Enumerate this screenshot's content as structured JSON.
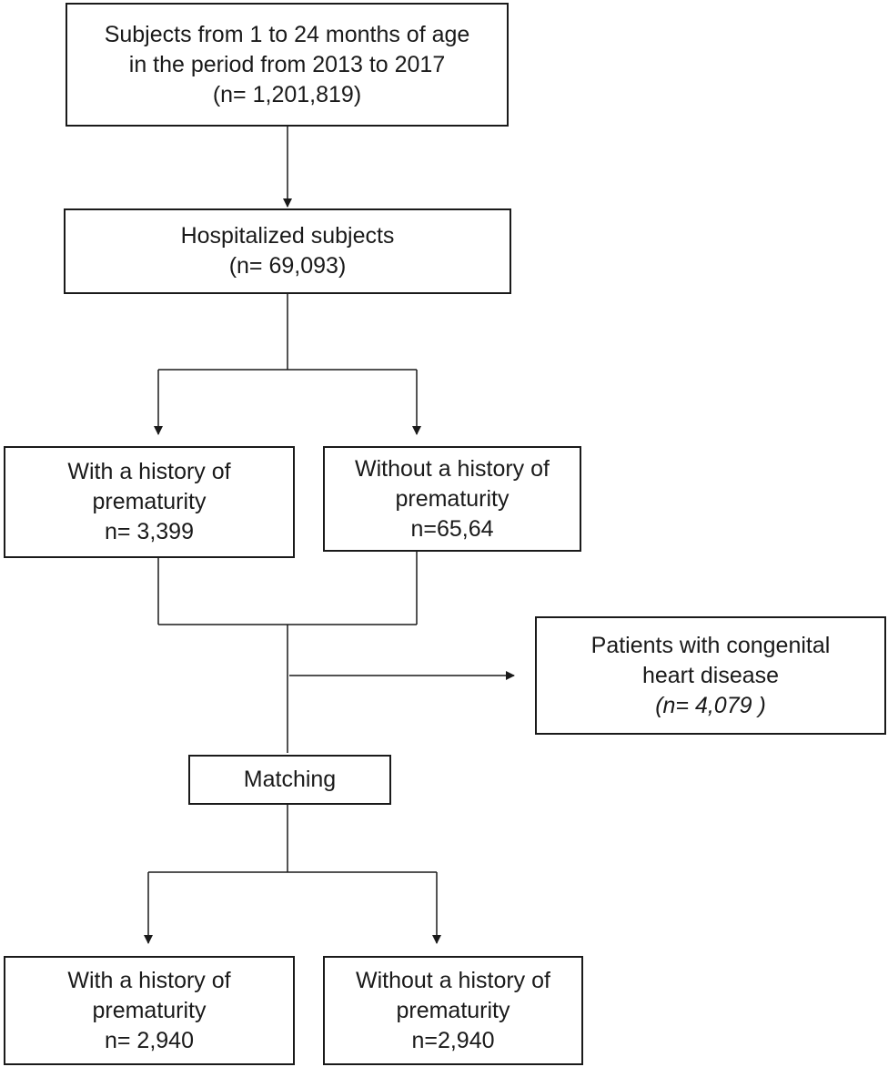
{
  "boxes": {
    "source": {
      "line1": "Subjects from 1 to 24 months of age",
      "line2": "in the period from 2013 to 2017",
      "line3": "(n= 1,201,819)"
    },
    "hospitalized": {
      "line1": "Hospitalized subjects",
      "line2": "(n= 69,093)"
    },
    "with_premature_1": {
      "line1": "With a history of",
      "line2": "prematurity",
      "line3": "n= 3,399"
    },
    "without_premature_1": {
      "line1": "Without a history of",
      "line2": "prematurity",
      "line3": "n=65,64"
    },
    "excluded_chd": {
      "line1": "Patients with congenital",
      "line2": "heart disease",
      "line3": "(n=  4,079 )"
    },
    "matching": {
      "label": "Matching"
    },
    "with_premature_2": {
      "line1": "With a history of",
      "line2": "prematurity",
      "line3": "n= 2,940"
    },
    "without_premature_2": {
      "line1": "Without a history of",
      "line2": "prematurity",
      "line3": "n=2,940"
    }
  }
}
